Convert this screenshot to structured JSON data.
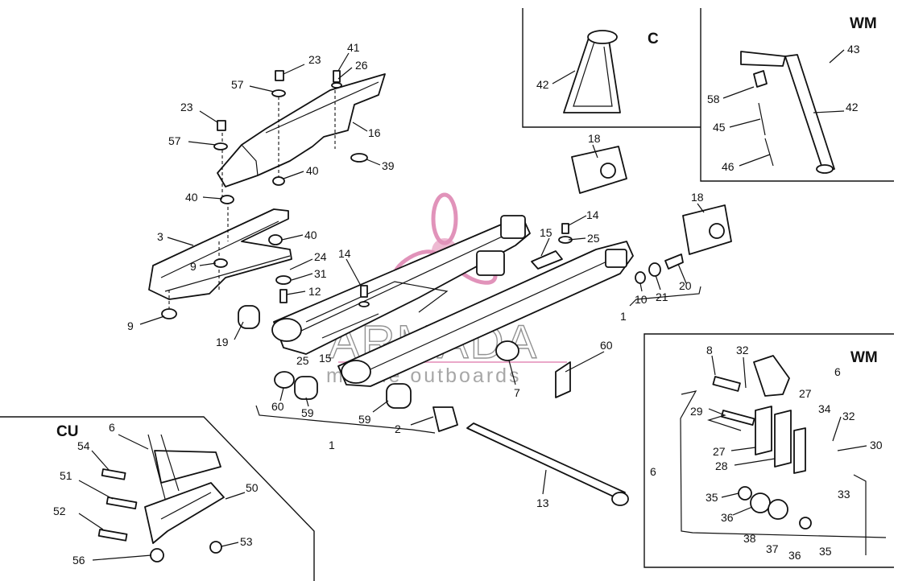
{
  "watermark": {
    "brand": "ARMADA",
    "tagline": "marine outboards"
  },
  "insets": {
    "c": "C",
    "wm_top": "WM",
    "wm_bottom": "WM",
    "cu": "CU"
  },
  "callouts": {
    "main": [
      "23",
      "41",
      "26",
      "57",
      "23",
      "16",
      "57",
      "39",
      "40",
      "40",
      "3",
      "40",
      "24",
      "9",
      "31",
      "12",
      "14",
      "9",
      "19",
      "14",
      "15",
      "25",
      "25",
      "15",
      "1",
      "10",
      "21",
      "20",
      "18",
      "18",
      "60",
      "7",
      "60",
      "59",
      "59",
      "2",
      "1",
      "13"
    ],
    "c": [
      "42"
    ],
    "wm_top": [
      "43",
      "58",
      "42",
      "45",
      "46"
    ],
    "wm_bottom": [
      "8",
      "32",
      "6",
      "27",
      "34",
      "32",
      "29",
      "30",
      "27",
      "28",
      "6",
      "33",
      "35",
      "36",
      "38",
      "37",
      "36",
      "35"
    ],
    "cu": [
      "6",
      "54",
      "51",
      "50",
      "52",
      "53",
      "56"
    ]
  }
}
